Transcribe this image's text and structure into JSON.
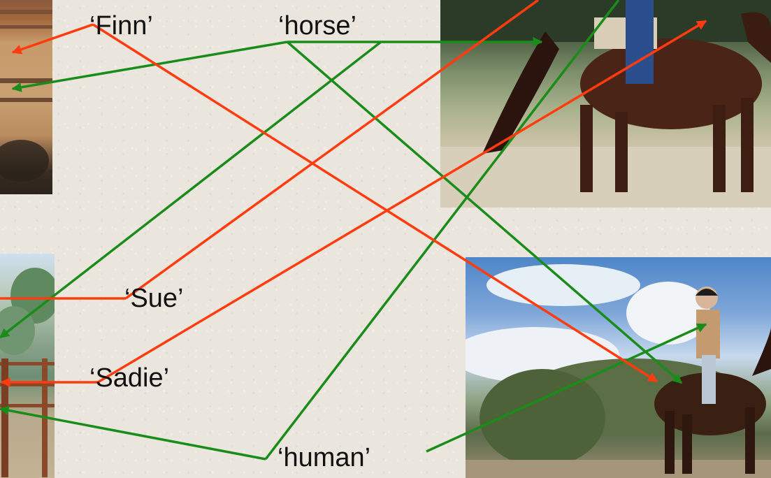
{
  "labels": {
    "finn": "‘Finn’",
    "horse": "‘horse’",
    "sue": "‘Sue’",
    "sadie": "‘Sadie’",
    "human": "‘human’"
  },
  "colors": {
    "name_arrow": "#ff3b10",
    "category_arrow": "#1a8c1a",
    "background": "#ebe6dd"
  },
  "photos": [
    "horse-in-corral-photo",
    "person-at-fence-photo",
    "horse-with-rider-photo",
    "rider-on-horse-photo"
  ]
}
